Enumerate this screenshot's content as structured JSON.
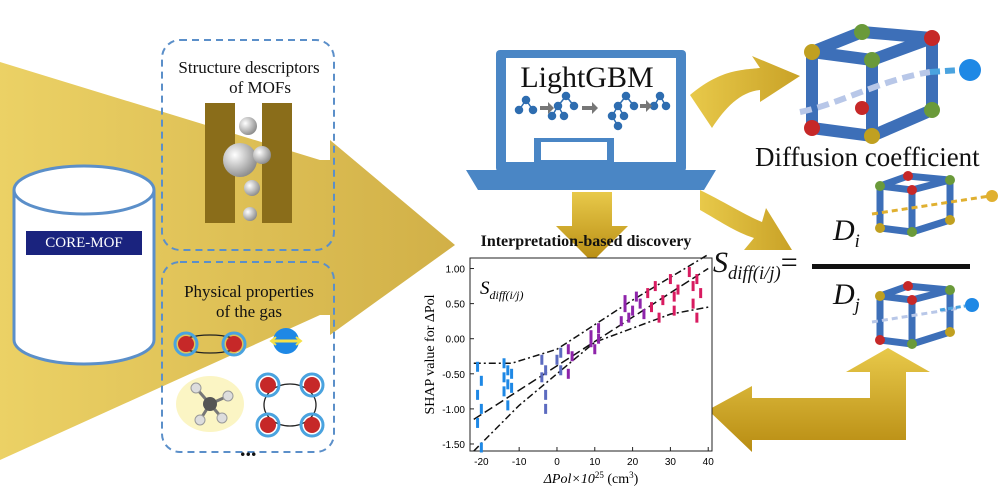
{
  "database": {
    "label": "CORE-MOF"
  },
  "structure_box": {
    "title_line1": "Structure descriptors",
    "title_line2": "of MOFs"
  },
  "gas_box": {
    "title_line1": "Physical properties",
    "title_line2": "of the gas",
    "more": "..."
  },
  "model": {
    "label": "LightGBM"
  },
  "output": {
    "diffusion_label": "Diffusion coefficient"
  },
  "interpretation": {
    "title": "Interpretation-based  discovery"
  },
  "formula": {
    "lhs_main": "S",
    "lhs_sub": "diff(i/j)",
    "equals": "=",
    "num_main": "D",
    "num_sub": "i",
    "den_main": "D",
    "den_sub": "j"
  },
  "colors": {
    "arrow_gold": "#c9a227",
    "laptop_blue": "#4a86c5",
    "dash_blue": "#5b8fc9",
    "core_bg": "#1a237e"
  },
  "chart_data": {
    "type": "scatter",
    "title": "",
    "annotation_main": "S",
    "annotation_sub": "diff(i/j)",
    "xlabel_pre": "ΔPol×10",
    "xlabel_sup": "25",
    "xlabel_post": " (cm",
    "xlabel_sup2": "3",
    "xlabel_end": ")",
    "ylabel": "SHAP value for ΔPol",
    "xlim": [
      -23,
      41
    ],
    "ylim": [
      -1.6,
      1.15
    ],
    "xticks": [
      -20,
      -10,
      0,
      10,
      20,
      30,
      40
    ],
    "yticks": [
      -1.5,
      -1.0,
      -0.5,
      0.0,
      0.5,
      1.0
    ],
    "ytick_labels": [
      "-1.50",
      "-1.00",
      "-0.50",
      "0.00",
      "0.50",
      "1.00"
    ],
    "series": [
      {
        "color": "#1e88e5",
        "points": [
          [
            -21,
            -0.4
          ],
          [
            -21,
            -0.8
          ],
          [
            -21,
            -1.2
          ],
          [
            -20,
            -1.55
          ],
          [
            -20,
            -0.6
          ],
          [
            -20,
            -1.0
          ],
          [
            -14,
            -0.35
          ],
          [
            -14,
            -0.55
          ],
          [
            -14,
            -0.75
          ],
          [
            -13,
            -0.45
          ],
          [
            -13,
            -0.65
          ],
          [
            -13,
            -0.95
          ],
          [
            -12,
            -0.5
          ],
          [
            -12,
            -0.7
          ]
        ]
      },
      {
        "color": "#5c6bc0",
        "points": [
          [
            -4,
            -0.3
          ],
          [
            -4,
            -0.55
          ],
          [
            -3,
            -0.8
          ],
          [
            -3,
            -1.0
          ],
          [
            -3,
            -0.45
          ],
          [
            0,
            -0.3
          ],
          [
            1,
            -0.45
          ],
          [
            1,
            -0.2
          ]
        ]
      },
      {
        "color": "#8e24aa",
        "points": [
          [
            3,
            -0.15
          ],
          [
            3,
            -0.5
          ],
          [
            4,
            -0.25
          ],
          [
            9,
            -0.05
          ],
          [
            9,
            0.05
          ],
          [
            10,
            -0.15
          ],
          [
            11,
            0.0
          ],
          [
            11,
            0.15
          ],
          [
            17,
            0.25
          ],
          [
            18,
            0.45
          ],
          [
            18,
            0.55
          ],
          [
            19,
            0.3
          ],
          [
            20,
            0.4
          ],
          [
            21,
            0.6
          ],
          [
            22,
            0.5
          ],
          [
            23,
            0.35
          ]
        ]
      },
      {
        "color": "#d81b60",
        "points": [
          [
            24,
            0.65
          ],
          [
            25,
            0.45
          ],
          [
            26,
            0.75
          ],
          [
            27,
            0.3
          ],
          [
            28,
            0.55
          ],
          [
            30,
            0.85
          ],
          [
            31,
            0.6
          ],
          [
            31,
            0.4
          ],
          [
            32,
            0.7
          ],
          [
            35,
            0.95
          ],
          [
            36,
            0.75
          ],
          [
            36,
            0.5
          ],
          [
            37,
            0.85
          ],
          [
            37,
            0.3
          ],
          [
            38,
            0.65
          ]
        ]
      }
    ],
    "fit_line": [
      [
        -22,
        -1.15
      ],
      [
        40,
        1.0
      ]
    ],
    "upper_band": [
      [
        -22,
        -0.35
      ],
      [
        -12,
        -0.35
      ],
      [
        0,
        -0.15
      ],
      [
        20,
        0.55
      ],
      [
        40,
        1.2
      ]
    ],
    "lower_band": [
      [
        -22,
        -1.6
      ],
      [
        -10,
        -0.95
      ],
      [
        10,
        -0.05
      ],
      [
        30,
        0.35
      ],
      [
        40,
        0.45
      ]
    ]
  }
}
